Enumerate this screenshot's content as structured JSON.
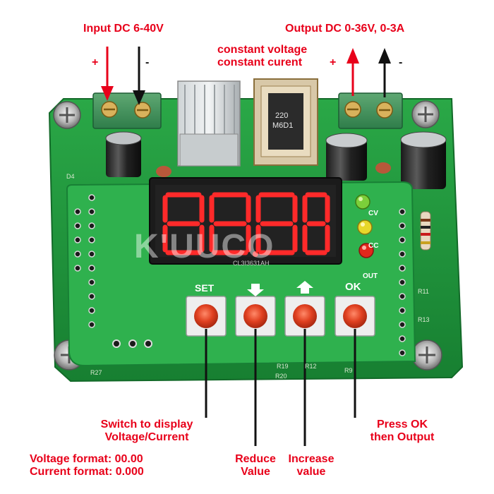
{
  "labels": {
    "input": "Input DC 6-40V",
    "output": "Output DC 0-36V, 0-3A",
    "cv_line1": "constant voltage",
    "cv_line2": "constant curent",
    "switch_line1": "Switch to display",
    "switch_line2": "Voltage/Current",
    "voltage_format": "Voltage format: 00.00",
    "current_format": "Current format: 0.000",
    "reduce_line1": "Reduce",
    "reduce_line2": "Value",
    "increase_line1": "Increase",
    "increase_line2": "value",
    "press_line1": "Press OK",
    "press_line2": "then Output"
  },
  "signs": {
    "in_plus": "+",
    "in_minus": "-",
    "out_plus": "+",
    "out_minus": "-"
  },
  "board": {
    "btn_set": "SET",
    "btn_ok": "OK",
    "led_cv": "CV",
    "led_cc": "CC",
    "led_out": "OUT",
    "watermark": "K'UUCO",
    "display_part": "CL3I3631AH",
    "inductor_code_1": "220",
    "inductor_code_2": "M6D1",
    "silk_r27": "R27",
    "silk_r19": "R19",
    "silk_r20": "R20",
    "silk_r12": "R12",
    "silk_r9": "R9",
    "silk_r11": "R11",
    "silk_r13": "R13",
    "silk_d4": "D4"
  },
  "colors": {
    "arrow_red": "#e8001a",
    "arrow_black": "#111111",
    "pcb_green": "#1f9a3c",
    "display_red": "#ff2a2a",
    "button_red": "#e04020"
  }
}
